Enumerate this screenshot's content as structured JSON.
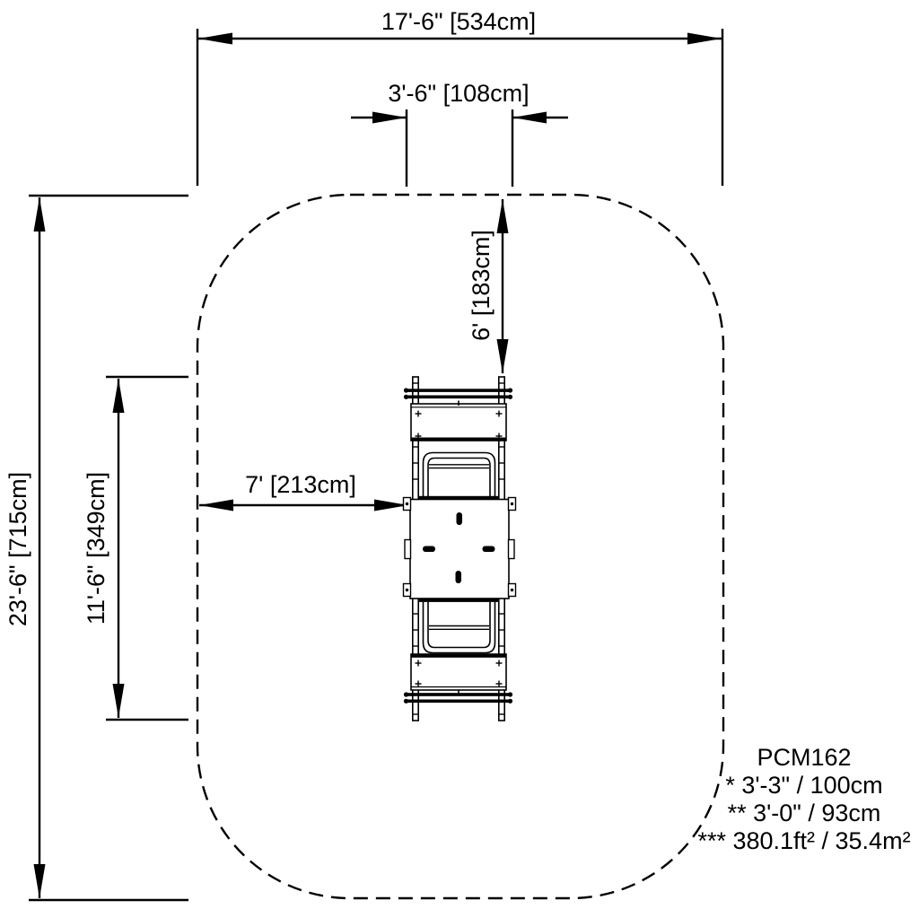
{
  "drawing_type": "playground equipment plan view with safety zone",
  "dimensions": {
    "overall_width": "17'-6\" [534cm]",
    "equipment_width": "3'-6\" [108cm]",
    "top_clearance": "6' [183cm]",
    "side_clearance": "7' [213cm]",
    "equipment_length": "11'-6\" [349cm]",
    "overall_length": "23'-6\" [715cm]"
  },
  "legend": {
    "model": "PCM162",
    "note_1": "* 3'-3\" / 100cm",
    "note_2": "** 3'-0\" / 93cm",
    "note_3": "*** 380.1ft² / 35.4m²"
  },
  "colors": {
    "line": "#000000",
    "background": "#ffffff"
  }
}
